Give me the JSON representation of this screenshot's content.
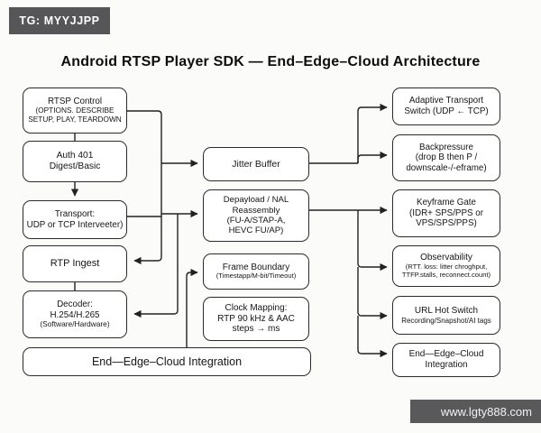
{
  "badge": {
    "label": "TG: MYYJJPP"
  },
  "title": "Android RTSP Player SDK — End–Edge–Cloud Architecture",
  "watermark": "www.lgty888.com",
  "colors": {
    "background": "#fbfbfa",
    "box_border": "#2b2b2b",
    "connector": "#222222",
    "badge_bg": "#565659",
    "watermark_bg": "#59595b"
  },
  "nodes": {
    "rtsp_control": {
      "title": "RTSP Control",
      "sub": "(OPTIONS. DESCRIBE\nSETUP, PLAY, TEARDOWN"
    },
    "auth": {
      "title": "Auth 401\nDigest/Basic"
    },
    "transport": {
      "title": "Transport:\nUDP or TCP Interveeter)"
    },
    "rtp_ingest": {
      "title": "RTP Ingest"
    },
    "decoder": {
      "title": "Decoder:\nH.254/H.265",
      "sub": "(Software/Hardware)"
    },
    "integration_bar": {
      "title": "End—Edge–Cloud Integration"
    },
    "jitter": {
      "title": "Jitter Buffer"
    },
    "depayload": {
      "title": "Depayload / NAL\nReassembly\n(FU-A/STAP-A,\nHEVC FU/AP)"
    },
    "frame_boundary": {
      "title": "Frame Boundary",
      "sub": "(Timestapp/M-bit/Timeout)"
    },
    "clock_mapping": {
      "title": "Clock Mapping:\nRTP 90 kHz & AAC\nsteps → ms"
    },
    "adaptive": {
      "title": "Adaptive Transport\nSwitch (UDP ← TCP)"
    },
    "backpressure": {
      "title": "Backpressure\n(drop B then P /\ndownscale-/-eframe)"
    },
    "keyframe": {
      "title": "Keyframe Gate\n(IDR+ SPS/PPS or\nVPS/SPS/PPS)"
    },
    "observability": {
      "title": "Observability",
      "sub": "(RTT. loss: litter chroghput,\nTTFP.stalls, reconnect.count)"
    },
    "url_hot_switch": {
      "title": "URL Hot Switch",
      "sub": "Recording/Snapshot/AI tags"
    },
    "end_edge_right": {
      "title": "End—Edge–Cloud\nIntegration"
    }
  }
}
